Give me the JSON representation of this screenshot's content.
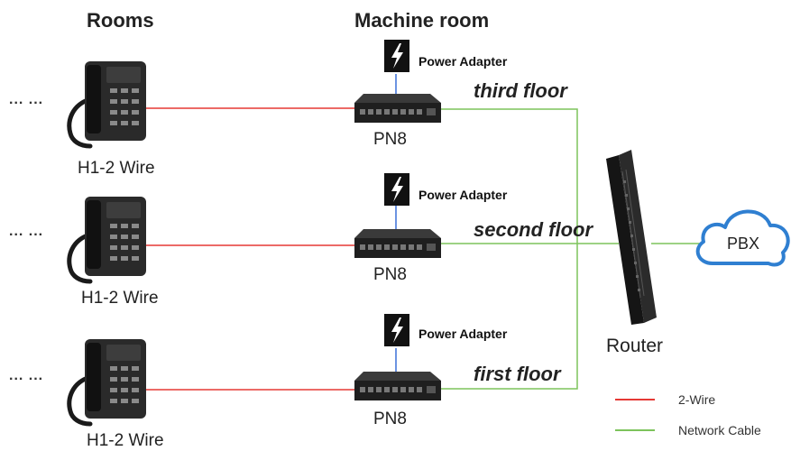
{
  "headers": {
    "rooms": "Rooms",
    "machine_room": "Machine room"
  },
  "rows": [
    {
      "dots": "... ...",
      "phone_label": "H1-2 Wire",
      "adapter_label": "Power Adapter",
      "pn8_label": "PN8",
      "floor_label": "third floor"
    },
    {
      "dots": "... ...",
      "phone_label": "H1-2 Wire",
      "adapter_label": "Power Adapter",
      "pn8_label": "PN8",
      "floor_label": "second floor"
    },
    {
      "dots": "... ...",
      "phone_label": "H1-2 Wire",
      "adapter_label": "Power Adapter",
      "pn8_label": "PN8",
      "floor_label": "first floor"
    }
  ],
  "router_label": "Router",
  "pbx_label": "PBX",
  "legend": [
    {
      "label": "2-Wire",
      "color": "#e53935"
    },
    {
      "label": "Network Cable",
      "color": "#7dc35b"
    }
  ],
  "colors": {
    "two_wire": "#e53935",
    "network": "#7dc35b",
    "power": "#3a6fd8",
    "cloud": "#2f7fd1"
  }
}
